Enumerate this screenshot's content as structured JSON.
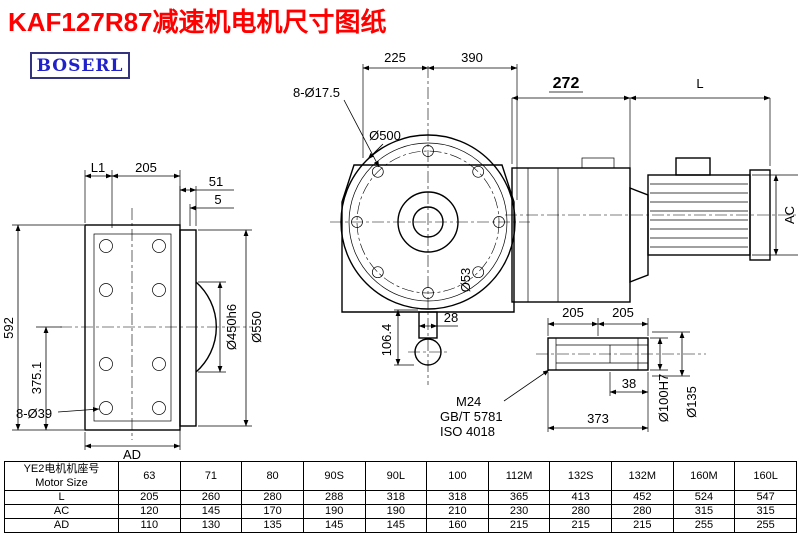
{
  "page": {
    "title": "KAF127R87减速机电机尺寸图纸",
    "logo": "BOSERL"
  },
  "dims": {
    "top_225": "225",
    "top_390": "390",
    "bolt_17_5": "8-Ø17.5",
    "flange_500": "Ø500",
    "shaft_53": "Ø53",
    "shaft_28": "28",
    "shaft_106_4": "106.4",
    "left_L1": "L1",
    "left_205": "205",
    "left_51": "51",
    "left_5": "5",
    "left_592": "592",
    "left_375_1": "375.1",
    "left_8_39": "8-Ø39",
    "left_AD": "AD",
    "left_450h6": "Ø450h6",
    "left_550": "Ø550",
    "side_272": "272",
    "side_L": "L",
    "side_AC": "AC",
    "det_205a": "205",
    "det_205b": "205",
    "det_M24": "M24",
    "det_gbt": "GB/T 5781",
    "det_iso": "ISO 4018",
    "det_38": "38",
    "det_373": "373",
    "det_100H7": "Ø100H7",
    "det_135": "Ø135"
  },
  "table": {
    "header_cn": "YE2电机机座号",
    "header_en": "Motor Size",
    "columns": [
      "63",
      "71",
      "80",
      "90S",
      "90L",
      "100",
      "112M",
      "132S",
      "132M",
      "160M",
      "160L"
    ],
    "rows": [
      {
        "label": "L",
        "values": [
          "205",
          "260",
          "280",
          "288",
          "318",
          "318",
          "365",
          "413",
          "452",
          "524",
          "547"
        ]
      },
      {
        "label": "AC",
        "values": [
          "120",
          "145",
          "170",
          "190",
          "190",
          "210",
          "230",
          "280",
          "280",
          "315",
          "315"
        ]
      },
      {
        "label": "AD",
        "values": [
          "110",
          "130",
          "135",
          "145",
          "145",
          "160",
          "215",
          "215",
          "215",
          "255",
          "255"
        ]
      }
    ]
  }
}
